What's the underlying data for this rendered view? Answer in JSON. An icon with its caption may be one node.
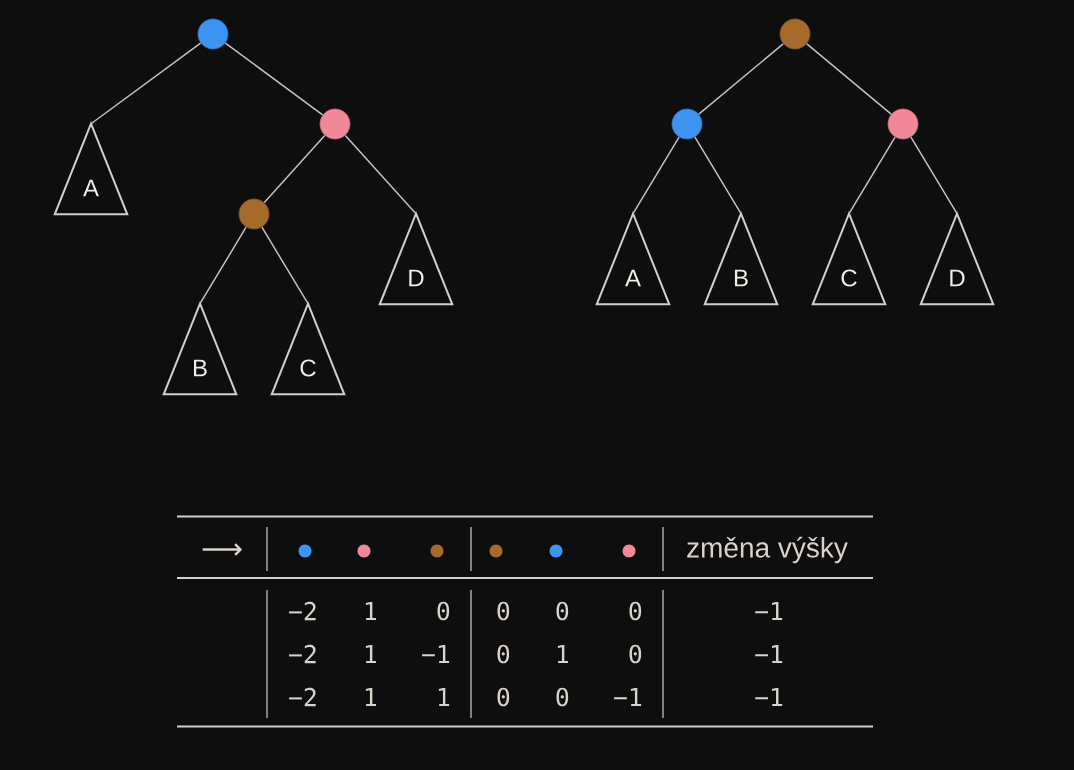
{
  "diagram": {
    "nodes": [
      {
        "text": [],
        "shape": "circle"
      },
      {
        "text": [
          "A"
        ]
      },
      {
        "text": [],
        "shape": "circle"
      },
      {
        "text": [],
        "shape": "circle"
      },
      {
        "text": [
          "B"
        ]
      },
      {
        "text": [
          "C"
        ]
      },
      {
        "text": [
          "D"
        ]
      },
      {
        "text": [],
        "shape": "circle"
      },
      {
        "text": [],
        "shape": "circle"
      },
      {
        "text": [],
        "shape": "circle"
      },
      {
        "text": [
          "A"
        ]
      },
      {
        "text": [
          "B"
        ]
      },
      {
        "text": [
          "C"
        ]
      },
      {
        "text": [
          "D"
        ]
      }
    ],
    "edges": [
      {
        "from": 0,
        "to": 1,
        "arrow": "none"
      },
      {
        "from": 0,
        "to": 2,
        "arrow": "none"
      },
      {
        "from": 2,
        "to": 3,
        "arrow": "none"
      },
      {
        "from": 3,
        "to": 4,
        "arrow": "none"
      },
      {
        "from": 3,
        "to": 5,
        "arrow": "none"
      },
      {
        "from": 2,
        "to": 6,
        "arrow": "none"
      },
      {
        "from": 7,
        "to": 8,
        "arrow": "none"
      },
      {
        "from": 7,
        "to": 9,
        "arrow": "none"
      },
      {
        "from": 8,
        "to": 10,
        "arrow": "none"
      },
      {
        "from": 8,
        "to": 11,
        "arrow": "none"
      },
      {
        "from": 9,
        "to": 12,
        "arrow": "none"
      },
      {
        "from": 9,
        "to": 13,
        "arrow": "none"
      }
    ],
    "labels": [
      "⟶",
      "změna výšky",
      "−2",
      "1",
      "0",
      "0",
      "0",
      "0",
      "−1",
      "−2",
      "1",
      "−1",
      "0",
      "1",
      "0",
      "−1",
      "−2",
      "1",
      "1",
      "0",
      "0",
      "−1",
      "−1"
    ]
  }
}
